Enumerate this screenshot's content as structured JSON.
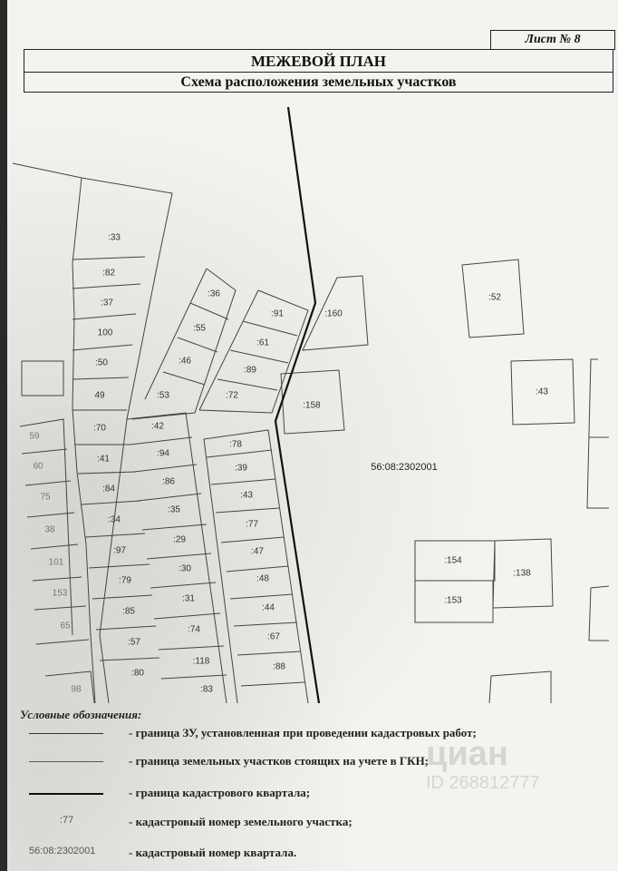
{
  "header": {
    "sheet_label": "Лист № 8",
    "title": "МЕЖЕВОЙ ПЛАН",
    "subtitle": "Схема расположения земельных участков"
  },
  "map": {
    "quarter_number": "56:08:2302001",
    "parcels": [
      ":33",
      ":82",
      ":37",
      "100",
      ":50",
      "49",
      ":70",
      ":41",
      ":84",
      ":34",
      ":97",
      ":79",
      ":85",
      ":57",
      ":80",
      ":36",
      ":55",
      ":46",
      ":53",
      ":91",
      ":61",
      ":89",
      ":72",
      ":42",
      ":94",
      ":86",
      ":35",
      ":29",
      ":30",
      ":31",
      ":74",
      ":118",
      ":83",
      ":78",
      ":39",
      ":43",
      ":77",
      ":47",
      ":48",
      ":44",
      ":67",
      ":88",
      ":160",
      ":158",
      ":52",
      ":43",
      ":154",
      ":153",
      ":138"
    ],
    "left_edge_labels": [
      "59",
      "60",
      "75",
      "38",
      "101",
      "153",
      "65",
      "98"
    ]
  },
  "legend": {
    "title": "Условные обозначения:",
    "items": [
      {
        "sample": "",
        "text": "- граница ЗУ, установленная при проведении кадастровых работ;"
      },
      {
        "sample": "",
        "text": "- граница земельных участков стоящих на учете в ГКН;"
      },
      {
        "sample": "",
        "text": "- граница кадастрового квартала;"
      },
      {
        "sample": ":77",
        "text": "- кадастровый номер земельного участка;"
      },
      {
        "sample": "56:08:2302001",
        "text": "- кадастровый номер квартала."
      }
    ]
  },
  "watermark": {
    "brand": "циан",
    "id": "ID 268812777"
  }
}
